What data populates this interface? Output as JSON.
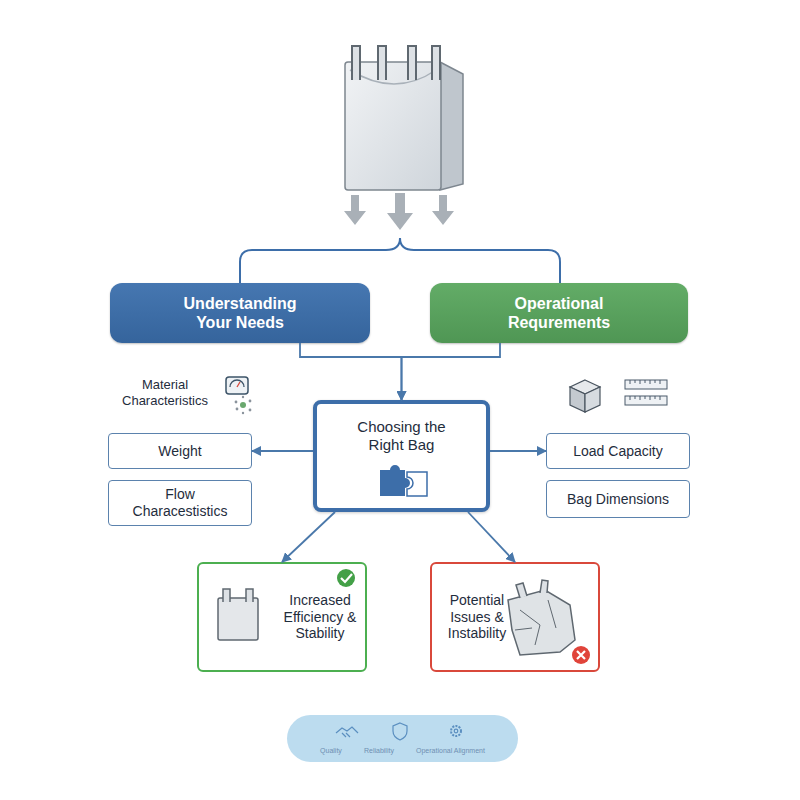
{
  "diagram": {
    "nodes": [
      {
        "text": [
          "Understanding Your Needs"
        ]
      },
      {
        "text": [
          "Operational Requrements"
        ]
      },
      {
        "text": [
          "Choosing the Right Bag"
        ]
      },
      {
        "text": [
          "Weight"
        ]
      },
      {
        "text": [
          "Flow Characestistics"
        ]
      },
      {
        "text": [
          "Load Capacity"
        ]
      },
      {
        "text": [
          "Bag Dimensions"
        ]
      },
      {
        "text": [
          "Increased Efficiency & Stability"
        ]
      },
      {
        "text": [
          "Potential Issues & Instability"
        ]
      },
      {
        "text": [
          "Quality",
          "Reliability",
          "Operational Alignment"
        ]
      }
    ],
    "edges": [
      {
        "from": 0,
        "to": 2,
        "arrow": "to"
      },
      {
        "from": 1,
        "to": 2,
        "arrow": "to"
      },
      {
        "from": 2,
        "to": 3,
        "arrow": "to"
      },
      {
        "from": 2,
        "to": 5,
        "arrow": "to"
      },
      {
        "from": 2,
        "to": 7,
        "arrow": "to"
      },
      {
        "from": 2,
        "to": 8,
        "arrow": "to"
      }
    ],
    "labels": [
      "Material Characteristics"
    ]
  }
}
